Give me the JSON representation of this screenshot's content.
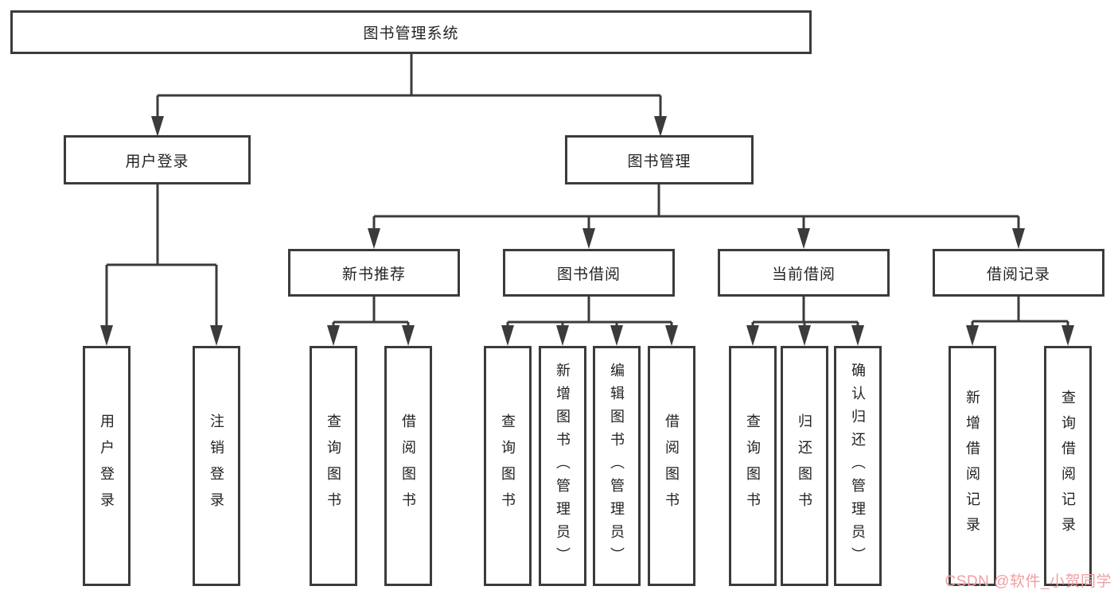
{
  "diagram": {
    "title": "图书管理系统",
    "colors": {
      "line": "#3b3b3b",
      "box_border": "#3b3b3b",
      "box_background": "#ffffff",
      "text": "#232323",
      "watermark": "#ef9fa3"
    },
    "nodes": {
      "root": {
        "label": "图书管理系统"
      },
      "user_login": {
        "label": "用户登录"
      },
      "book_mgmt": {
        "label": "图书管理"
      },
      "new_book_rec": {
        "label": "新书推荐"
      },
      "book_borrow": {
        "label": "图书借阅"
      },
      "current_borrow": {
        "label": "当前借阅"
      },
      "borrow_record": {
        "label": "借阅记录"
      },
      "leaves": {
        "login": {
          "label": "用户登录"
        },
        "logout": {
          "label": "注销登录"
        },
        "rec_query": {
          "label": "查询图书"
        },
        "rec_borrow": {
          "label": "借阅图书"
        },
        "bor_query": {
          "label": "查询图书"
        },
        "bor_add": {
          "label": "新增图书（管理员）"
        },
        "bor_edit": {
          "label": "编辑图书（管理员）"
        },
        "bor_borrow": {
          "label": "借阅图书"
        },
        "cur_query": {
          "label": "查询图书"
        },
        "cur_return": {
          "label": "归还图书"
        },
        "cur_confirm": {
          "label": "确认归还（管理员）"
        },
        "log_add": {
          "label": "新增借阅记录"
        },
        "log_query": {
          "label": "查询借阅记录"
        }
      }
    },
    "hierarchy": {
      "图书管理系统": {
        "用户登录": [
          "用户登录",
          "注销登录"
        ],
        "图书管理": {
          "新书推荐": [
            "查询图书",
            "借阅图书"
          ],
          "图书借阅": [
            "查询图书",
            "新增图书（管理员）",
            "编辑图书（管理员）",
            "借阅图书"
          ],
          "当前借阅": [
            "查询图书",
            "归还图书",
            "确认归还（管理员）"
          ],
          "借阅记录": [
            "新增借阅记录",
            "查询借阅记录"
          ]
        }
      }
    }
  },
  "watermark": {
    "text": "CSDN @软件_小贺同学"
  }
}
